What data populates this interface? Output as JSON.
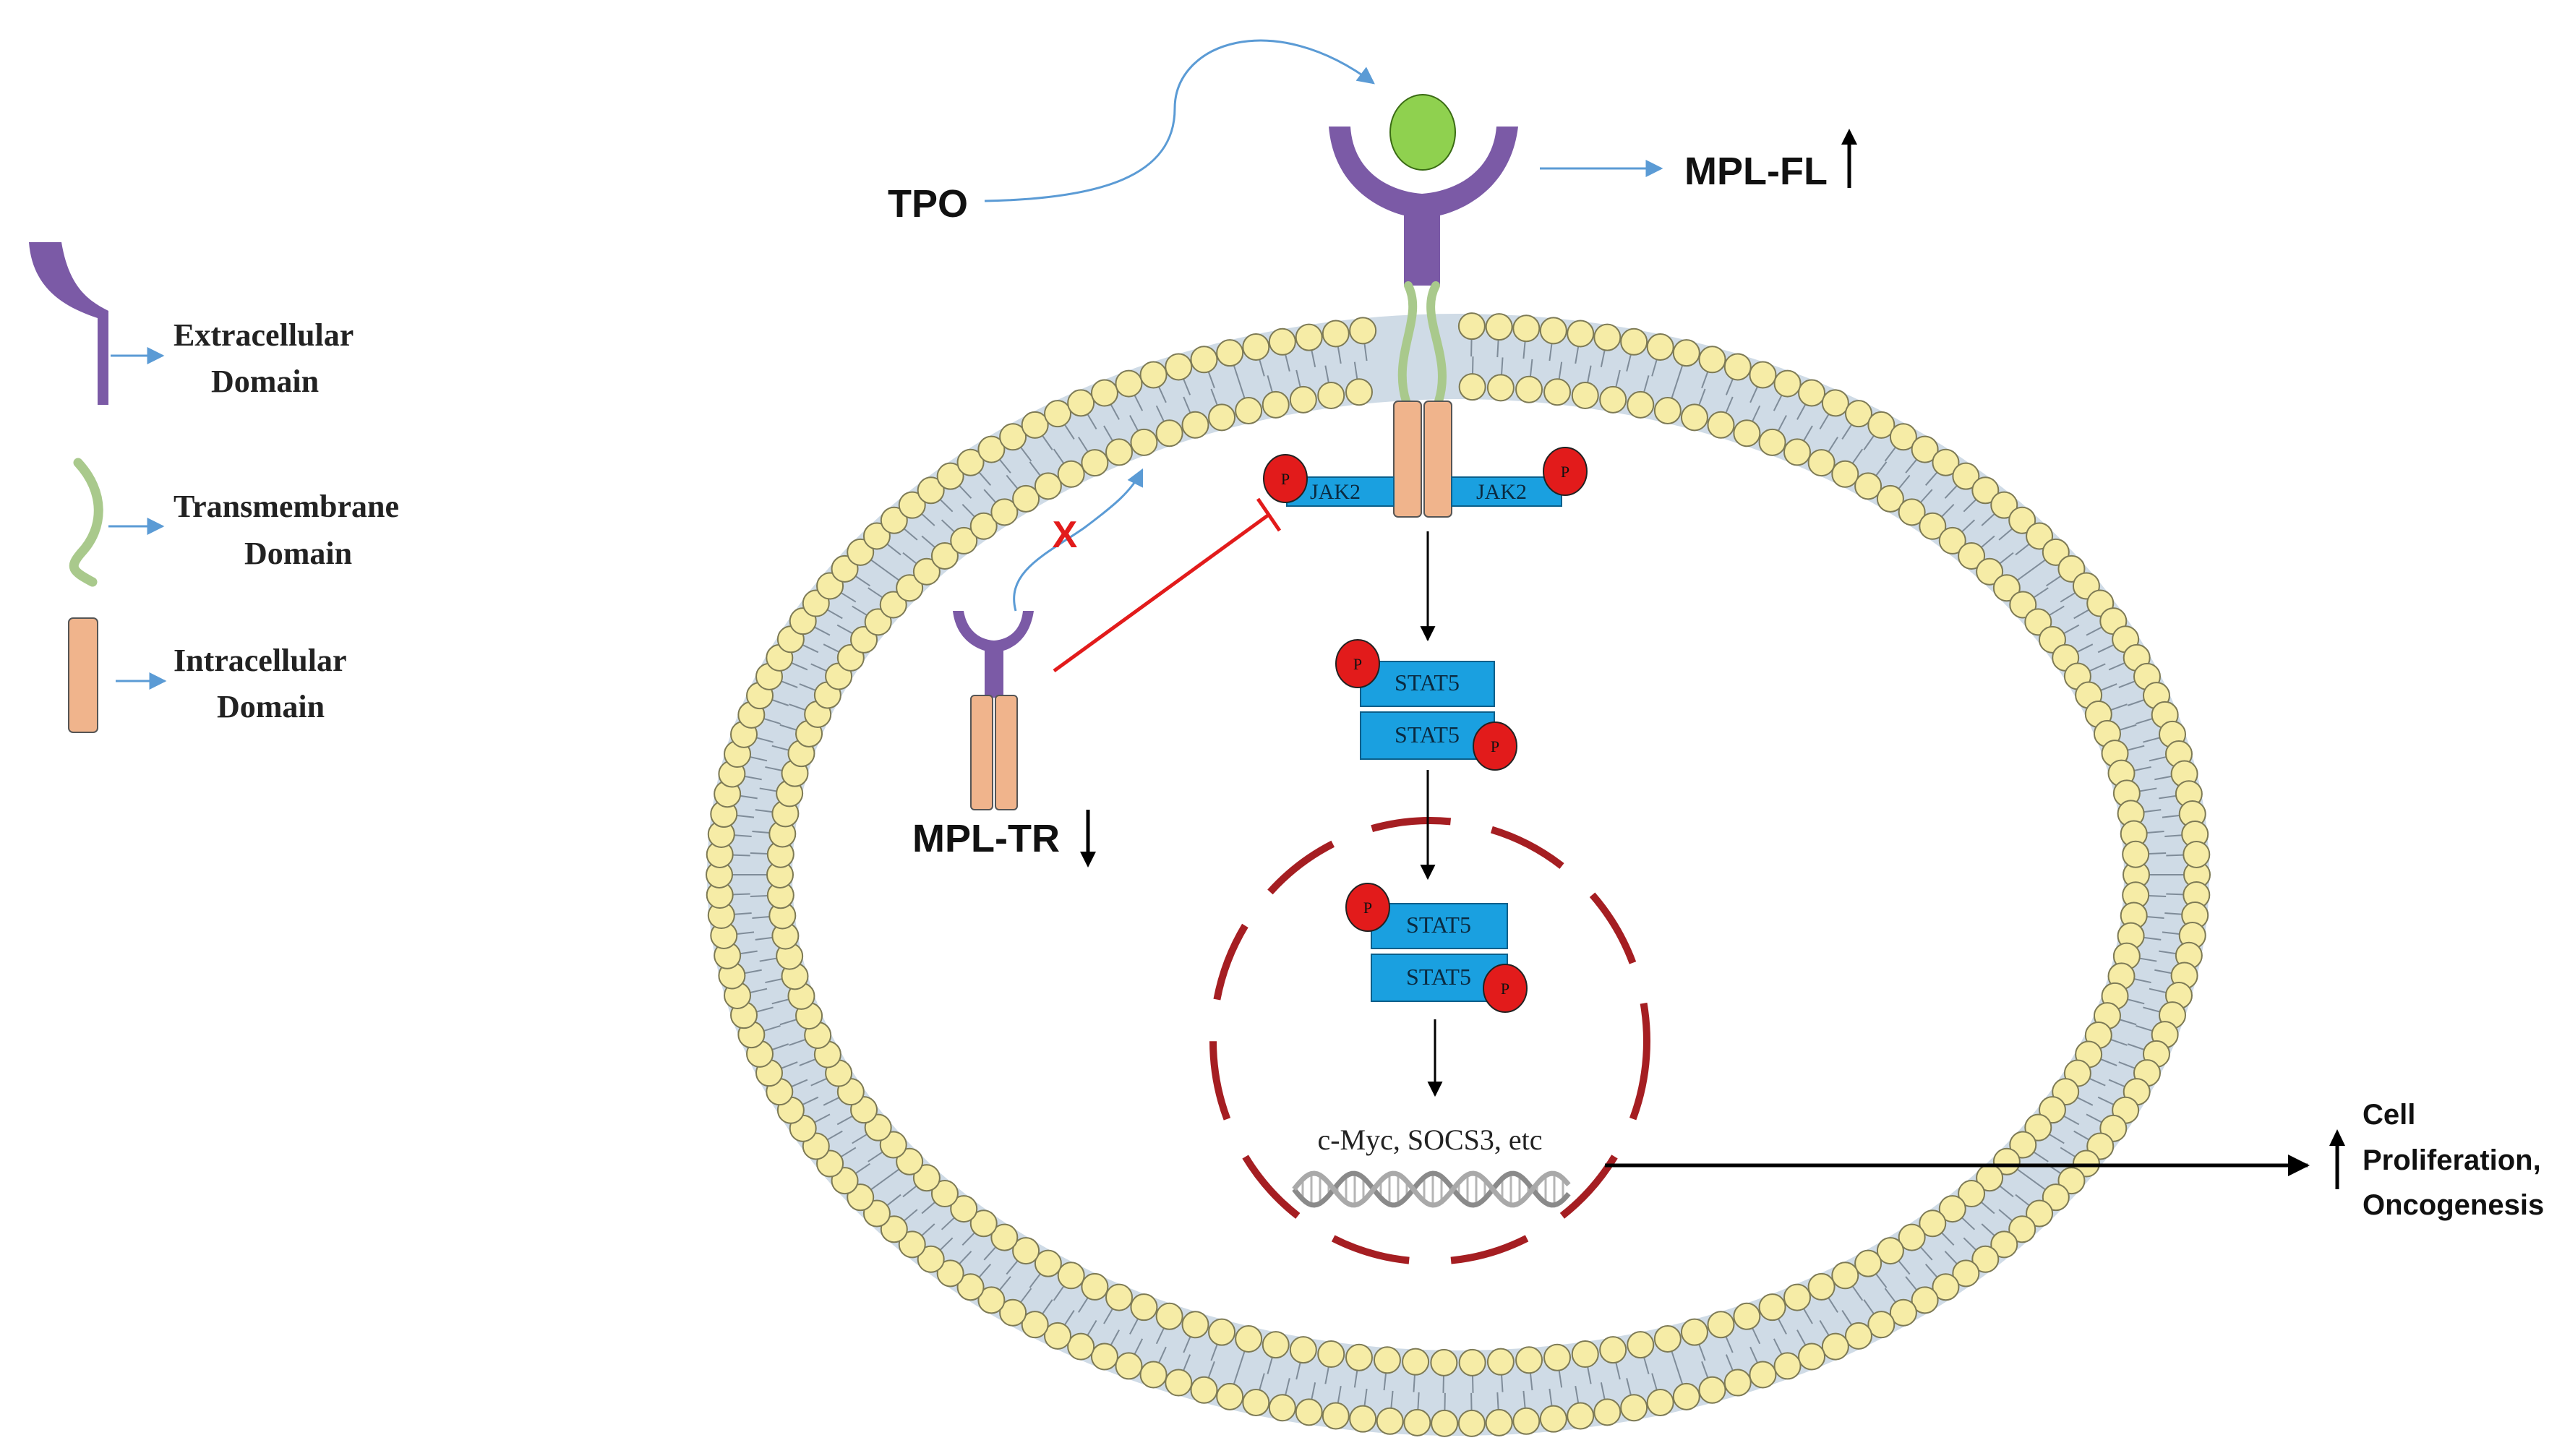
{
  "legend": {
    "extracellular": [
      "Extracellular",
      "Domain"
    ],
    "transmembrane": [
      "Transmembrane",
      "Domain"
    ],
    "intracellular": [
      "Intracellular",
      "Domain"
    ]
  },
  "ligand": "TPO",
  "receptor_full": "MPL-FL",
  "receptor_truncated": "MPL-TR",
  "kinase": "JAK2",
  "transcription_factor": "STAT5",
  "phospho": "P",
  "block_mark": "X",
  "targets": "c-Myc, SOCS3, etc",
  "outcome": [
    "Cell",
    "Proliferation,",
    "Oncogenesis"
  ],
  "colors": {
    "extracellular": "#7b5aa6",
    "transmembrane": "#a9c98c",
    "intracellular": "#f0b48c",
    "ligand": "#8fd14f",
    "phospho": "#e21b1b",
    "jak_stat_box": "#1aa0e0",
    "membrane_head": "#f6eca6",
    "membrane_tail": "#cfdbe6",
    "nucleus": "#a51e22",
    "arrow_blue": "#5b9bd5",
    "inhibit_red": "#e21b1b"
  }
}
